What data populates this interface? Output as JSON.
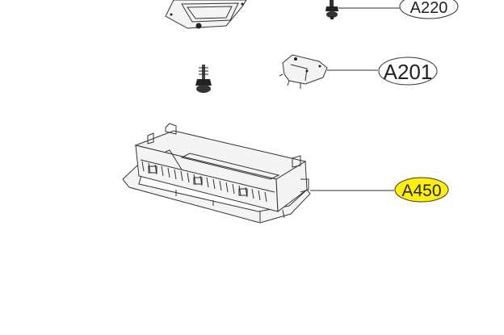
{
  "callouts": [
    {
      "label": "A220",
      "highlight": false
    },
    {
      "label": "A201",
      "highlight": false
    },
    {
      "label": "A450",
      "highlight": true
    }
  ],
  "colors": {
    "highlight_fill": "#fff200",
    "label_fill": "#ffffff",
    "line": "#333333"
  }
}
